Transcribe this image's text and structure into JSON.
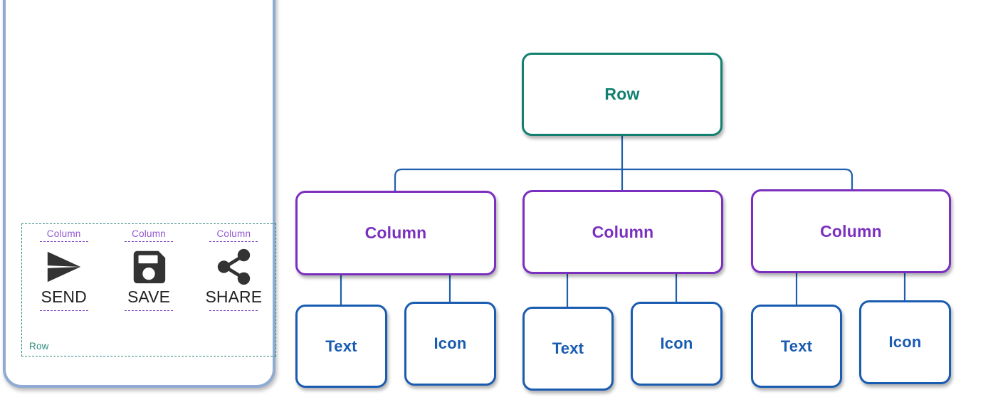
{
  "preview": {
    "row_overlay_label": "Row",
    "columns": [
      {
        "label": "Column",
        "icon": "send-icon",
        "text": "SEND"
      },
      {
        "label": "Column",
        "icon": "save-icon",
        "text": "SAVE"
      },
      {
        "label": "Column",
        "icon": "share-icon",
        "text": "SHARE"
      }
    ]
  },
  "tree": {
    "root": {
      "label": "Row"
    },
    "columns": [
      {
        "label": "Column",
        "children": [
          {
            "label": "Text"
          },
          {
            "label": "Icon"
          }
        ]
      },
      {
        "label": "Column",
        "children": [
          {
            "label": "Text"
          },
          {
            "label": "Icon"
          }
        ]
      },
      {
        "label": "Column",
        "children": [
          {
            "label": "Text"
          },
          {
            "label": "Icon"
          }
        ]
      }
    ]
  },
  "colors": {
    "row": "#12806f",
    "column": "#7b2fbe",
    "leaf": "#1a5cb0",
    "connector": "#1f5fae",
    "device_frame": "#8fabd4",
    "overlay_row": "#2e8b7f",
    "overlay_column": "#7b3fbf",
    "glyph": "#333333"
  }
}
